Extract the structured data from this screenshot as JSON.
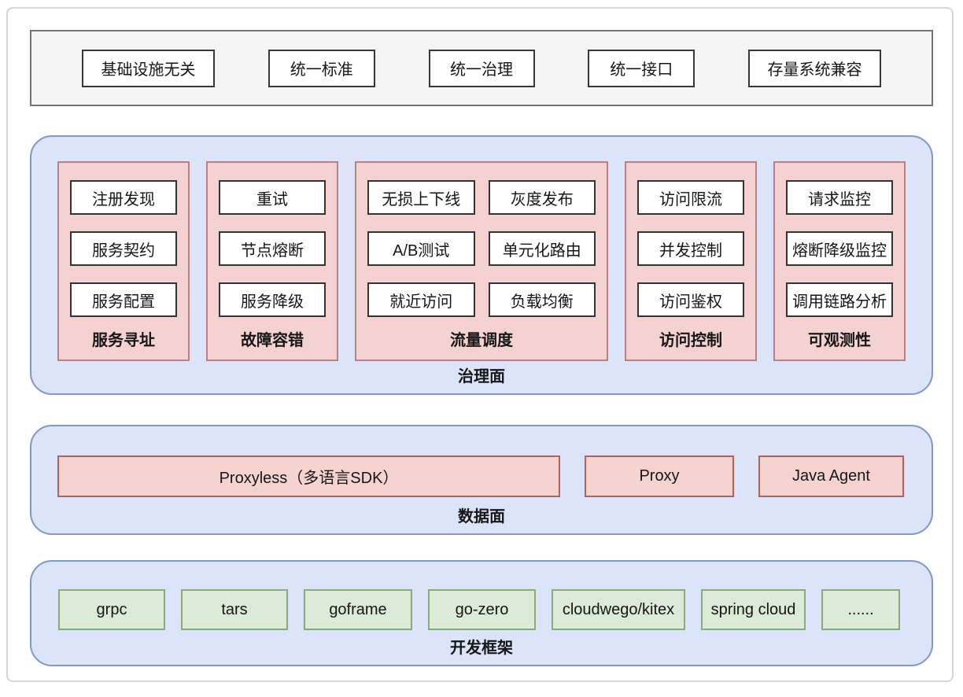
{
  "principles_bar": {
    "items": [
      "基础设施无关",
      "统一标准",
      "统一治理",
      "统一接口",
      "存量系统兼容"
    ]
  },
  "governance_plane": {
    "label": "治理面",
    "columns": [
      {
        "label": "服务寻址",
        "items": [
          "注册发现",
          "服务契约",
          "服务配置"
        ]
      },
      {
        "label": "故障容错",
        "items": [
          "重试",
          "节点熔断",
          "服务降级"
        ]
      },
      {
        "label": "流量调度",
        "items": [
          "无损上下线",
          "灰度发布",
          "A/B测试",
          "单元化路由",
          "就近访问",
          "负载均衡"
        ]
      },
      {
        "label": "访问控制",
        "items": [
          "访问限流",
          "并发控制",
          "访问鉴权"
        ]
      },
      {
        "label": "可观测性",
        "items": [
          "请求监控",
          "熔断降级监控",
          "调用链路分析"
        ]
      }
    ]
  },
  "data_plane": {
    "label": "数据面",
    "items": [
      "Proxyless（多语言SDK）",
      "Proxy",
      "Java Agent"
    ]
  },
  "frameworks": {
    "label": "开发框架",
    "items": [
      "grpc",
      "tars",
      "goframe",
      "go-zero",
      "cloudwego/kitex",
      "spring cloud",
      "......"
    ]
  },
  "colors": {
    "plane_fill": "#dbe4f8",
    "plane_border": "#8097c7",
    "column_fill": "#f3d2d1",
    "column_border": "#ba8182",
    "data_box_fill": "#f5d3d0",
    "data_box_border": "#b4605c",
    "framework_fill": "#dcead8",
    "framework_border": "#89aa7b",
    "bar_fill": "#f5f5f5",
    "bar_border": "#737373",
    "item_fill": "#ffffff",
    "item_border": "#333333"
  }
}
